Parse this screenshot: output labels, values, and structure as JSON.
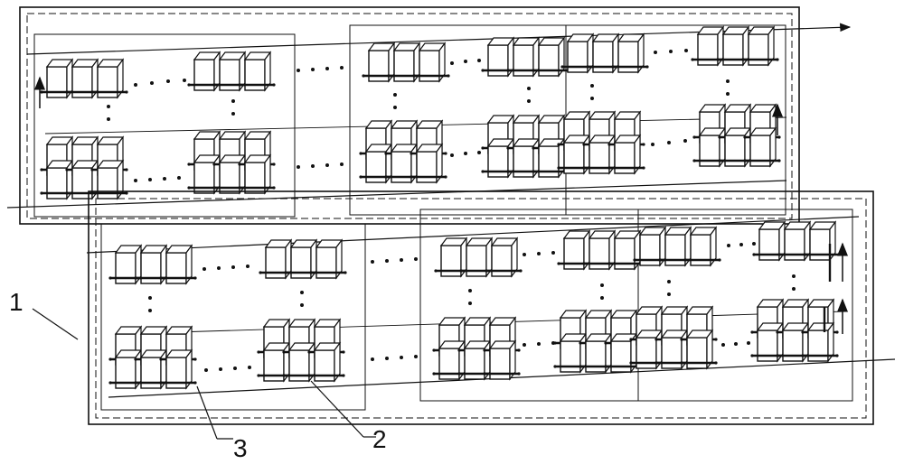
{
  "callouts": {
    "label_1": "1",
    "label_2": "2",
    "label_3": "3"
  },
  "colors": {
    "line": "#111111",
    "background": "#ffffff"
  }
}
